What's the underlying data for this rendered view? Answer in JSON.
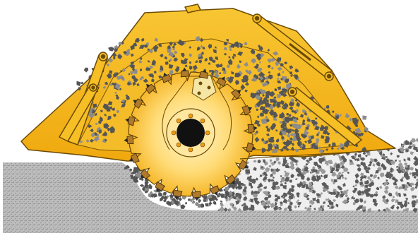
{
  "colors": {
    "background": "#ffffff",
    "housing_yellow": "#f2b21b",
    "housing_light": "#f9d46a",
    "housing_outline": "#6b4a06",
    "rotor_center": "#fff3c8",
    "rotor_edge": "#f5b418",
    "ground_gray": "#b9b9b9",
    "ground_speckle": "#8f8f8f",
    "gravel_dark": "#5a5a5a",
    "gravel_light": "#9a9a9a",
    "teeth_brown": "#b07a2a",
    "shaft_black": "#111111",
    "bolt_orange": "#f09a12"
  },
  "parts": {
    "housing": "machine-housing",
    "rotor": "milling-rotor",
    "ground": "ground-surface",
    "gravel": "crushed-gravel",
    "hydraulics": "hydraulic-cylinders"
  },
  "rotor": {
    "tooth_count": 20,
    "bolt_count": 8
  }
}
